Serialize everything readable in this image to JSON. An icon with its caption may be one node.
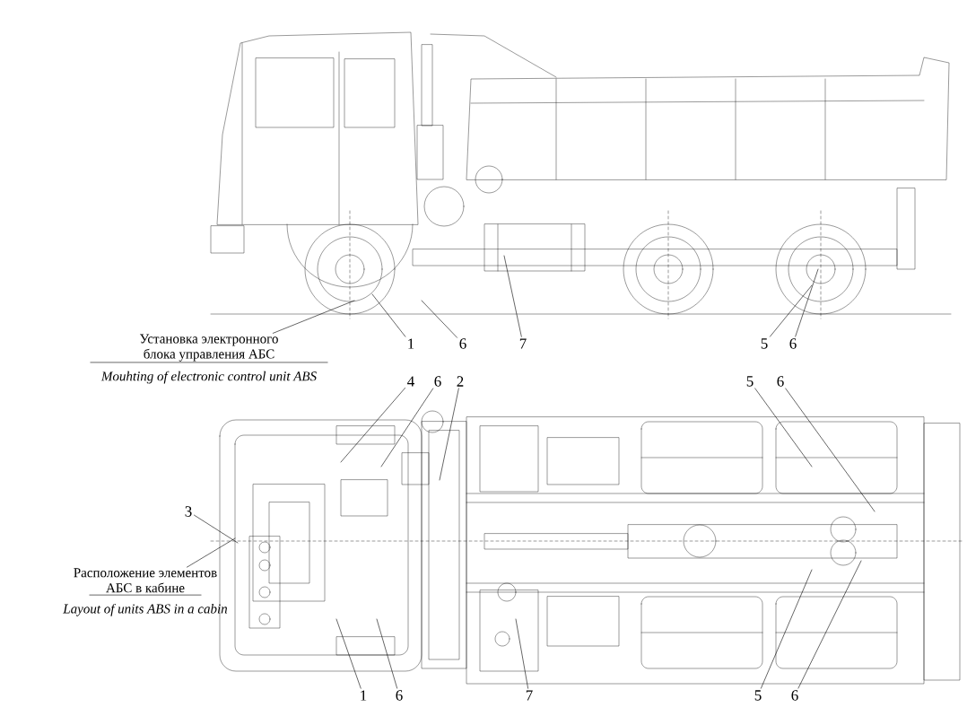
{
  "diagram": {
    "nodes": [
      {
        "text": [
          "Установка электронного блока управления АБС",
          "Mouhting of electronic control unit ABS"
        ]
      },
      {
        "text": [
          "Расположение элементов АБС в кабине",
          "Layout of units ABS in a cabin"
        ]
      },
      {
        "text": [
          "1"
        ]
      },
      {
        "text": [
          "6"
        ]
      },
      {
        "text": [
          "7"
        ]
      },
      {
        "text": [
          "5"
        ]
      },
      {
        "text": [
          "6"
        ]
      },
      {
        "text": [
          "4"
        ]
      },
      {
        "text": [
          "6"
        ]
      },
      {
        "text": [
          "2"
        ]
      },
      {
        "text": [
          "3"
        ]
      },
      {
        "text": [
          "5"
        ]
      },
      {
        "text": [
          "6"
        ]
      },
      {
        "text": [
          "1"
        ]
      },
      {
        "text": [
          "6"
        ]
      },
      {
        "text": [
          "7"
        ]
      },
      {
        "text": [
          "5"
        ]
      },
      {
        "text": [
          "6"
        ]
      }
    ],
    "edges": [
      {
        "from": 0,
        "to": null,
        "arrow": "none"
      },
      {
        "from": 1,
        "to": null,
        "arrow": "none"
      },
      {
        "from": 2,
        "to": null,
        "arrow": "none"
      },
      {
        "from": 3,
        "to": null,
        "arrow": "none"
      },
      {
        "from": 4,
        "to": null,
        "arrow": "none"
      },
      {
        "from": 5,
        "to": null,
        "arrow": "none"
      },
      {
        "from": 6,
        "to": null,
        "arrow": "none"
      },
      {
        "from": 7,
        "to": null,
        "arrow": "none"
      },
      {
        "from": 8,
        "to": null,
        "arrow": "none"
      },
      {
        "from": 9,
        "to": null,
        "arrow": "none"
      },
      {
        "from": 10,
        "to": null,
        "arrow": "none"
      },
      {
        "from": 11,
        "to": null,
        "arrow": "none"
      },
      {
        "from": 12,
        "to": null,
        "arrow": "none"
      },
      {
        "from": 13,
        "to": null,
        "arrow": "none"
      },
      {
        "from": 14,
        "to": null,
        "arrow": "none"
      },
      {
        "from": 15,
        "to": null,
        "arrow": "none"
      },
      {
        "from": 16,
        "to": null,
        "arrow": "none"
      },
      {
        "from": 17,
        "to": null,
        "arrow": "none"
      }
    ]
  }
}
